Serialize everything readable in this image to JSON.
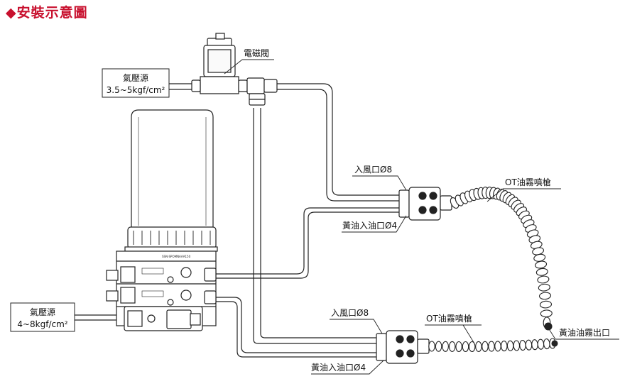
{
  "title": "◆安裝示意圖",
  "colors": {
    "title": "#c8102e",
    "line": "#222222"
  },
  "labels": {
    "solenoid_valve": "電磁閥",
    "air_source_top_1": "氣壓源",
    "air_source_top_2": "3.5~5kgf/cm²",
    "air_source_bottom_1": "氣壓源",
    "air_source_bottom_2": "4~8kgf/cm²",
    "air_inlet_top": "入風口Ø8",
    "grease_inlet_top": "黃油入油口Ø4",
    "gun_top": "OT油霧噴槍",
    "air_inlet_bottom": "入風口Ø8",
    "gun_bottom": "OT油霧噴槍",
    "grease_inlet_bottom": "黃油入油口Ø4",
    "mist_outlet": "黃油油霧出口"
  },
  "device_text": {
    "model": "SSN-SPOMNAAA150"
  }
}
